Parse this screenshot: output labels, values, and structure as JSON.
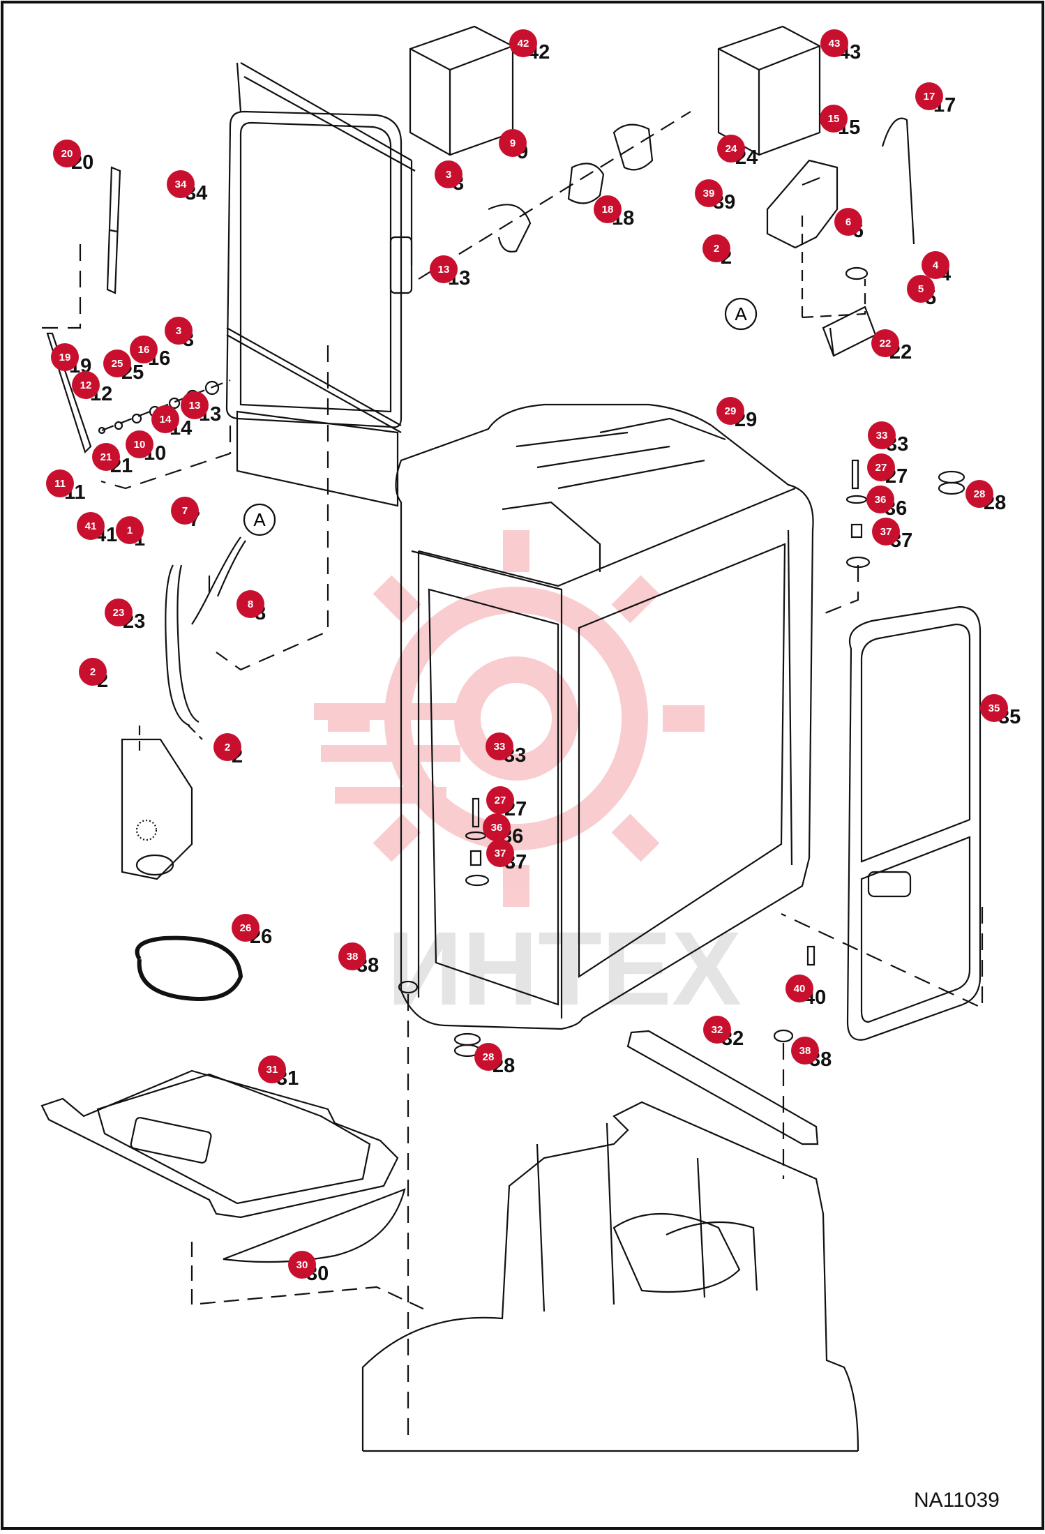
{
  "diagram": {
    "drawing_code": "NA11039",
    "watermark": "ИНТЕХ",
    "colors": {
      "badge": "#c8102e",
      "line": "#111111",
      "watermark": "#e8222a"
    },
    "callouts": [
      {
        "id": "c42",
        "number": "42"
      },
      {
        "id": "c43",
        "number": "43"
      },
      {
        "id": "c17",
        "number": "17"
      },
      {
        "id": "c15",
        "number": "15"
      },
      {
        "id": "c9",
        "number": "9"
      },
      {
        "id": "c3a",
        "number": "3"
      },
      {
        "id": "c24",
        "number": "24"
      },
      {
        "id": "c20",
        "number": "20"
      },
      {
        "id": "c34",
        "number": "34"
      },
      {
        "id": "c39",
        "number": "39"
      },
      {
        "id": "c18",
        "number": "18"
      },
      {
        "id": "c6",
        "number": "6"
      },
      {
        "id": "c13a",
        "number": "13"
      },
      {
        "id": "c2a",
        "number": "2"
      },
      {
        "id": "c4",
        "number": "4"
      },
      {
        "id": "c5",
        "number": "5"
      },
      {
        "id": "c22",
        "number": "22"
      },
      {
        "id": "c3b",
        "number": "3"
      },
      {
        "id": "c16",
        "number": "16"
      },
      {
        "id": "c25",
        "number": "25"
      },
      {
        "id": "c19",
        "number": "19"
      },
      {
        "id": "c12",
        "number": "12"
      },
      {
        "id": "c13b",
        "number": "13"
      },
      {
        "id": "c14",
        "number": "14"
      },
      {
        "id": "c10",
        "number": "10"
      },
      {
        "id": "c21",
        "number": "21"
      },
      {
        "id": "c11",
        "number": "11"
      },
      {
        "id": "c29",
        "number": "29"
      },
      {
        "id": "c33a",
        "number": "33"
      },
      {
        "id": "c27a",
        "number": "27"
      },
      {
        "id": "c28a",
        "number": "28"
      },
      {
        "id": "c36a",
        "number": "36"
      },
      {
        "id": "c37a",
        "number": "37"
      },
      {
        "id": "c7",
        "number": "7"
      },
      {
        "id": "c41",
        "number": "41"
      },
      {
        "id": "c1",
        "number": "1"
      },
      {
        "id": "c8",
        "number": "8"
      },
      {
        "id": "c23",
        "number": "23"
      },
      {
        "id": "c2b",
        "number": "2"
      },
      {
        "id": "c2c",
        "number": "2"
      },
      {
        "id": "c35",
        "number": "35"
      },
      {
        "id": "c33b",
        "number": "33"
      },
      {
        "id": "c27b",
        "number": "27"
      },
      {
        "id": "c36b",
        "number": "36"
      },
      {
        "id": "c37b",
        "number": "37"
      },
      {
        "id": "c26",
        "number": "26"
      },
      {
        "id": "c38a",
        "number": "38"
      },
      {
        "id": "c40",
        "number": "40"
      },
      {
        "id": "c32",
        "number": "32"
      },
      {
        "id": "c28b",
        "number": "28"
      },
      {
        "id": "c38b",
        "number": "38"
      },
      {
        "id": "c31",
        "number": "31"
      },
      {
        "id": "c30",
        "number": "30"
      }
    ],
    "connector_labels": [
      {
        "id": "a1",
        "text": "A"
      },
      {
        "id": "a2",
        "text": "A"
      }
    ]
  }
}
